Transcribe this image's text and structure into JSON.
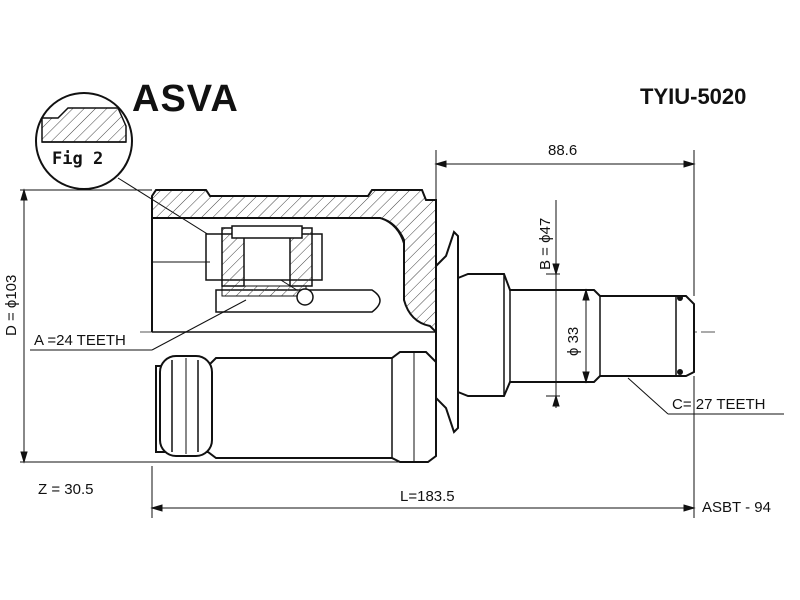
{
  "brand": "ASVA",
  "part_number": "TYIU-5020",
  "figure_label": "Fig 2",
  "dimensions": {
    "shaft_length": "88.6",
    "flange_diameter": "B = ϕ47",
    "outer_diameter": "D = ϕ103",
    "shaft_diameter": "ϕ 33",
    "inner_spline": "A =24 TEETH",
    "outer_spline": "C= 27 TEETH",
    "overall_length": "L=183.5",
    "z_value": "Z = 30.5",
    "boot_code": "ASBT - 94"
  }
}
